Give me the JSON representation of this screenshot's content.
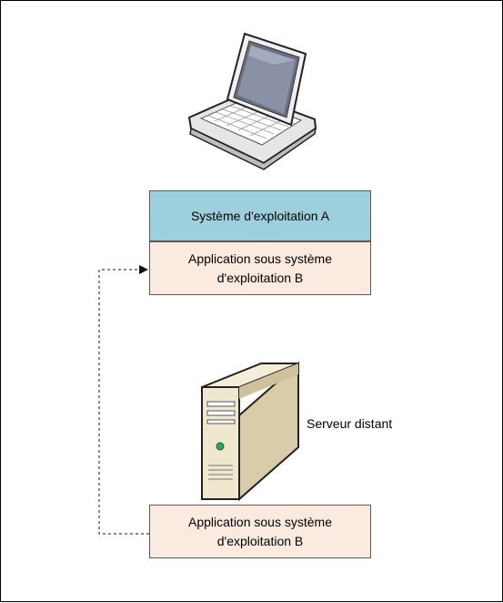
{
  "diagram": {
    "os_box": {
      "label": "Système d'exploitation A",
      "fill": "#9bd0dc"
    },
    "app_box_top": {
      "line1": "Application sous système",
      "line2": "d'exploitation B",
      "fill": "#fbeadf"
    },
    "app_box_bottom": {
      "line1": "Application sous système",
      "line2": "d'exploitation B",
      "fill": "#fbeadf"
    },
    "server_label": "Serveur distant",
    "icons": [
      "laptop-icon",
      "server-tower-icon"
    ],
    "connector": {
      "style": "dashed",
      "arrow_target": "app_box_top"
    }
  }
}
